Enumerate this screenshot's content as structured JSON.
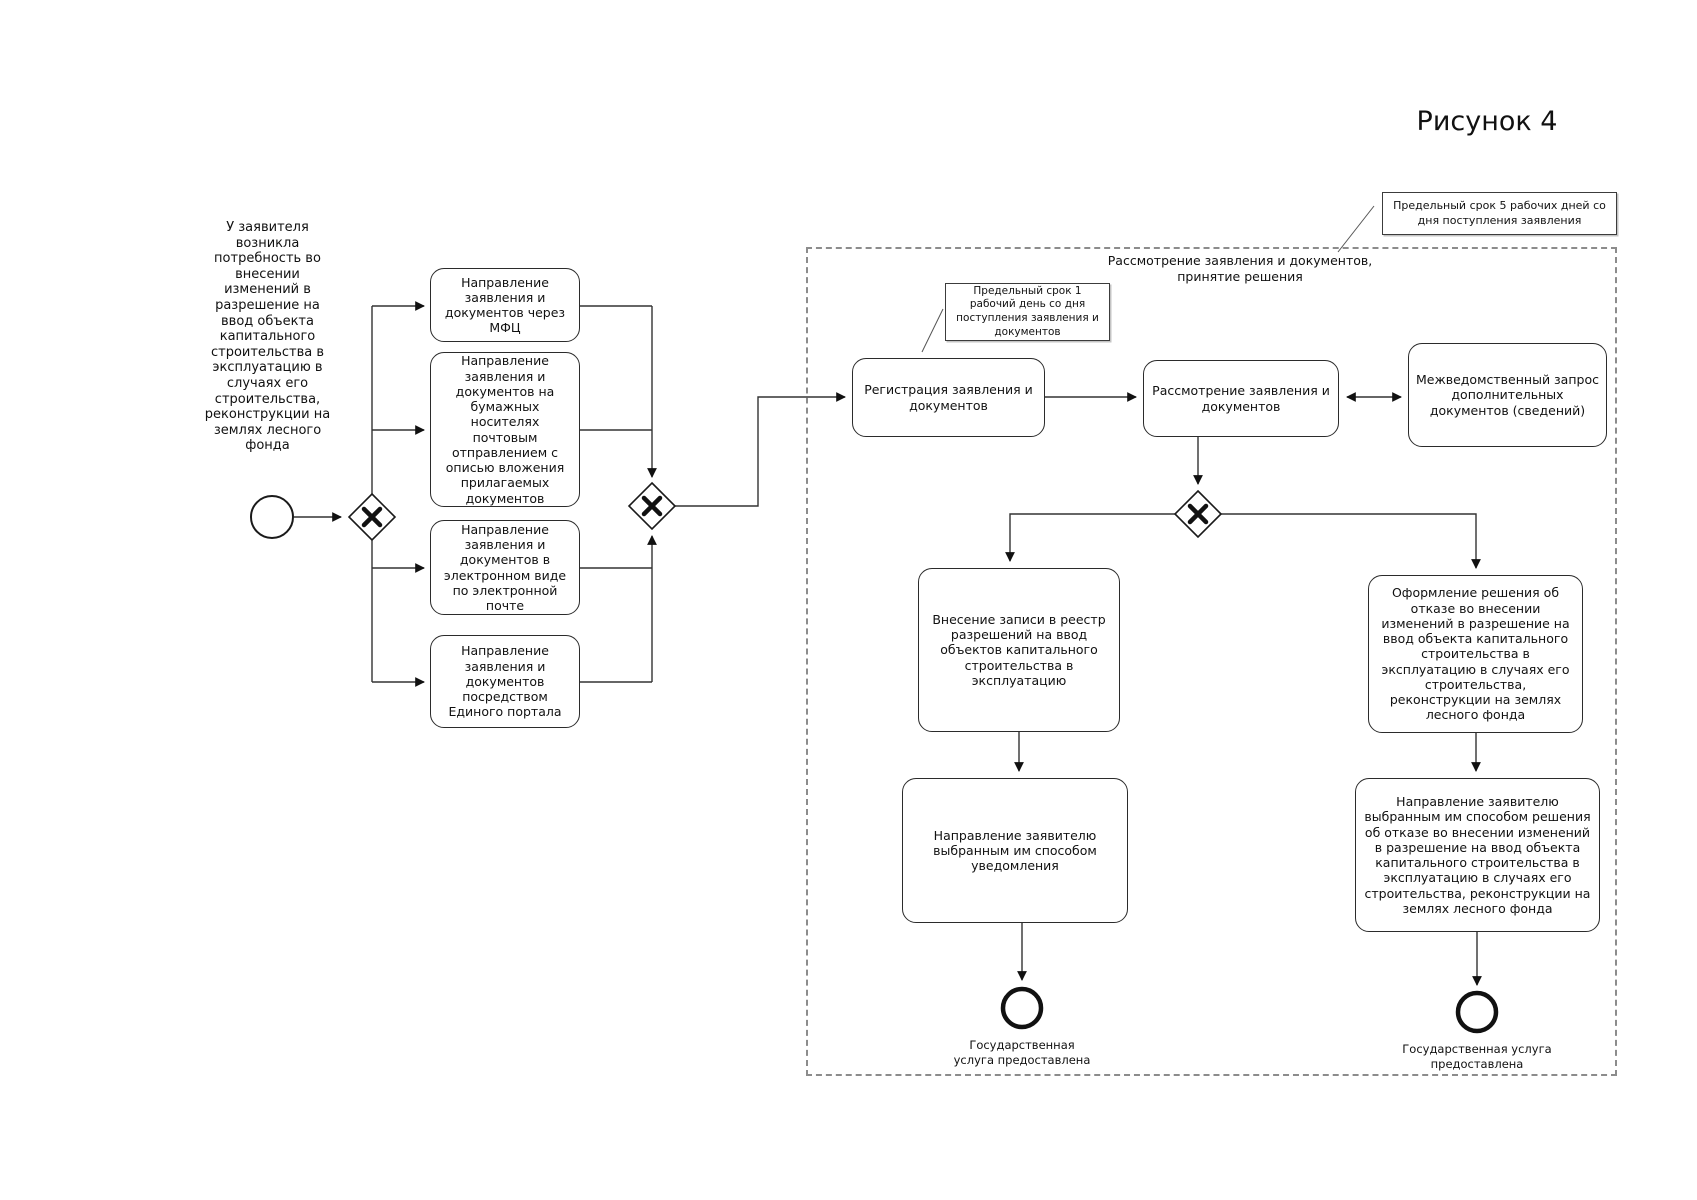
{
  "figure_title": "Рисунок 4",
  "start_condition": "У заявителя возникла потребность во внесении изменений в разрешение на ввод объекта капитального строительства в эксплуатацию в случаях его строительства, реконструкции на землях лесного фонда",
  "subprocess": {
    "title": "Рассмотрение заявления и документов, принятие решения"
  },
  "annotations": {
    "deadline_5_days": "Предельный срок 5 рабочих дней со дня поступления заявления",
    "deadline_1_day": "Предельный срок 1 рабочий день со дня поступления заявления и документов"
  },
  "nodes": {
    "channel_mfc": "Направление заявления и документов через МФЦ",
    "channel_mail": "Направление заявления и документов на бумажных носителях почтовым отправлением с описью вложения прилагаемых документов",
    "channel_email": "Направление заявления и документов в электронном виде по электронной почте",
    "channel_portal": "Направление заявления и документов посредством Единого портала",
    "registration": "Регистрация заявления и документов",
    "review": "Рассмотрение заявления и документов",
    "interagency_request": "Межведомственный запрос дополнительных документов (сведений)",
    "registry_record": "Внесение записи в реестр разрешений на ввод объектов капитального строительства в эксплуатацию",
    "refusal_decision": "Оформление решения об отказе во внесении изменений в разрешение на ввод объекта капитального строительства в эксплуатацию в случаях его строительства, реконструкции на землях лесного фонда",
    "notify_approval": "Направление заявителю выбранным им способом уведомления",
    "notify_refusal": "Направление заявителю выбранным им способом решения об отказе  во внесении изменений в разрешение на ввод объекта капитального строительства в эксплуатацию в случаях его строительства, реконструкции на землях лесного фонда",
    "end_left_caption": "Государственная услуга предоставлена",
    "end_right_caption": "Государственная услуга предоставлена"
  },
  "colors": {
    "line": "#333333",
    "shape_border": "#1a1a1a",
    "dashed_border": "#8c8c8c",
    "background": "#ffffff"
  }
}
